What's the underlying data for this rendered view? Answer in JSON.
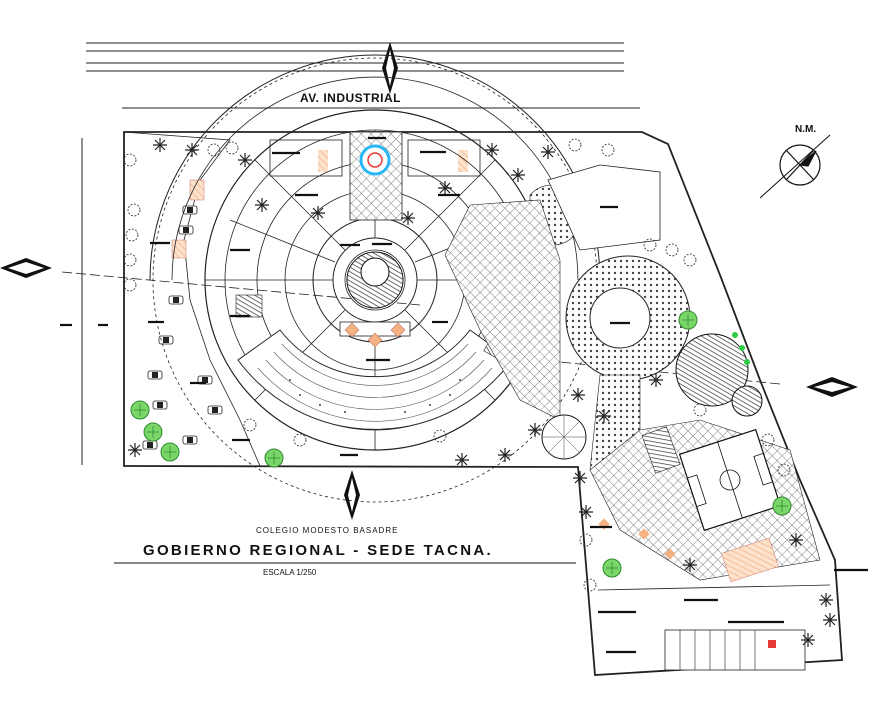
{
  "drawing": {
    "street_label": "AV. INDUSTRIAL",
    "north_label": "N.M.",
    "adjacent_label": "COLEGIO MODESTO BASADRE",
    "title": "GOBIERNO REGIONAL - SEDE TACNA.",
    "scale": "ESCALA 1/250"
  },
  "colors": {
    "linework": "#222222",
    "hatch": "#555555",
    "vegetation": "#2ecc40",
    "fountain": "#29b6f6",
    "accent_paving": "#f4b183",
    "marker": "#e53935"
  },
  "icons": [
    "north-arrow-icon",
    "section-cut-arrow-icon",
    "palm-tree-icon",
    "tree-icon"
  ]
}
